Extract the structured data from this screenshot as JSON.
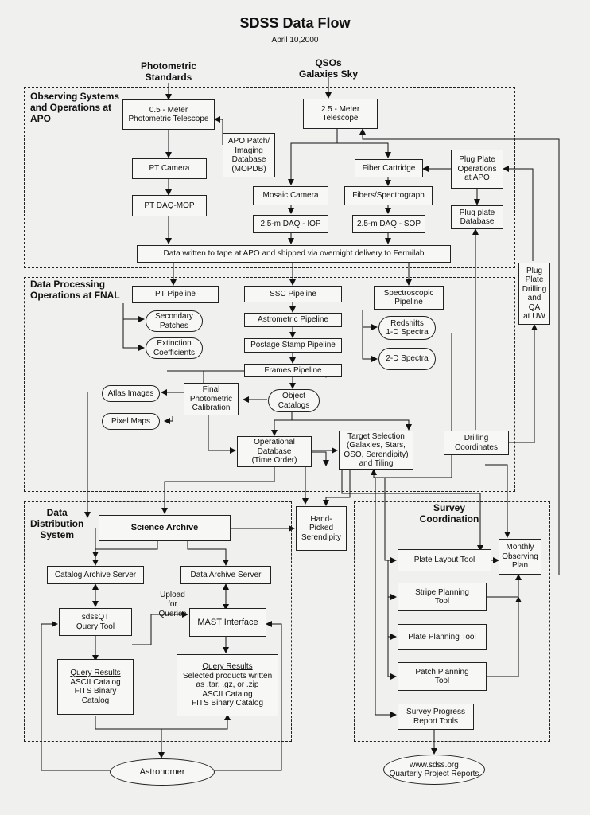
{
  "title": "SDSS Data Flow",
  "date": "April 10,2000",
  "inputs": {
    "photometric_standards": "Photometric\nStandards",
    "qsos": "QSOs\nGalaxies Sky"
  },
  "regions": {
    "apo": "Observing Systems\nand Operations at\nAPO",
    "fnal": "Data Processing\nOperations at FNAL",
    "distribution": "Data\nDistribution\nSystem",
    "survey": "Survey\nCoordination"
  },
  "nodes": {
    "pt_telescope": "0.5 - Meter\nPhotometric Telescope",
    "telescope_25m": "2.5 - Meter\nTelescope",
    "mopdb": "APO Patch/\nImaging\nDatabase\n(MOPDB)",
    "pt_camera": "PT Camera",
    "pt_daq": "PT DAQ-MOP",
    "fiber_cartridge": "Fiber Cartridge",
    "plug_plate_ops": "Plug Plate\nOperations\nat APO",
    "mosaic_camera": "Mosaic Camera",
    "fibers_spectrograph": "Fibers/Spectrograph",
    "daq_iop": "2.5-m DAQ - IOP",
    "daq_sop": "2.5-m DAQ - SOP",
    "plug_plate_db": "Plug plate\nDatabase",
    "tape": "Data written to tape at APO and shipped via overnight delivery to Fermilab",
    "plug_plate_drilling": "Plug\nPlate\nDrilling\nand QA\nat UW",
    "pt_pipeline": "PT Pipeline",
    "ssc_pipeline": "SSC Pipeline",
    "spectro_pipeline": "Spectroscopic\nPipeline",
    "secondary_patches": "Secondary\nPatches",
    "astrometric_pipeline": "Astrometric Pipeline",
    "redshifts": "Redshifts\n1-D Spectra",
    "extinction": "Extinction\nCoefficients",
    "postage_stamp": "Postage Stamp Pipeline",
    "spectra_2d": "2-D Spectra",
    "frames_pipeline": "Frames Pipeline",
    "atlas_images": "Atlas Images",
    "final_photometric": "Final\nPhotometric\nCalibration",
    "object_catalogs": "Object\nCatalogs",
    "pixel_maps": "Pixel Maps",
    "operational_db": "Operational\nDatabase\n(Time Order)",
    "target_selection": "Target Selection\n(Galaxies, Stars,\nQSO, Serendipity)\nand Tiling",
    "drilling_coords": "Drilling\nCoordinates",
    "science_archive": "Science Archive",
    "hand_picked": "Hand-\nPicked\nSerendipity",
    "monthly_plan": "Monthly\nObserving\nPlan",
    "plate_layout": "Plate Layout Tool",
    "catalog_archive": "Catalog Archive Server",
    "data_archive": "Data Archive Server",
    "stripe_planning": "Stripe Planning\nTool",
    "upload_queries": "Upload\nfor\nQueries",
    "sdssqt": "sdssQT\nQuery Tool",
    "mast": "MAST Interface",
    "plate_planning": "Plate Planning Tool",
    "qr1_title": "Query Results",
    "qr1_body": "ASCII Catalog\nFITS Binary\nCatalog",
    "qr2_title": "Query Results",
    "qr2_body": "Selected products written\nas .tar, .gz, or .zip\nASCII Catalog\nFITS Binary Catalog",
    "patch_planning": "Patch Planning\nTool",
    "survey_progress": "Survey Progress\nReport Tools",
    "astronomer": "Astronomer",
    "www": "www.sdss.org\nQuarterly Project Reports"
  }
}
